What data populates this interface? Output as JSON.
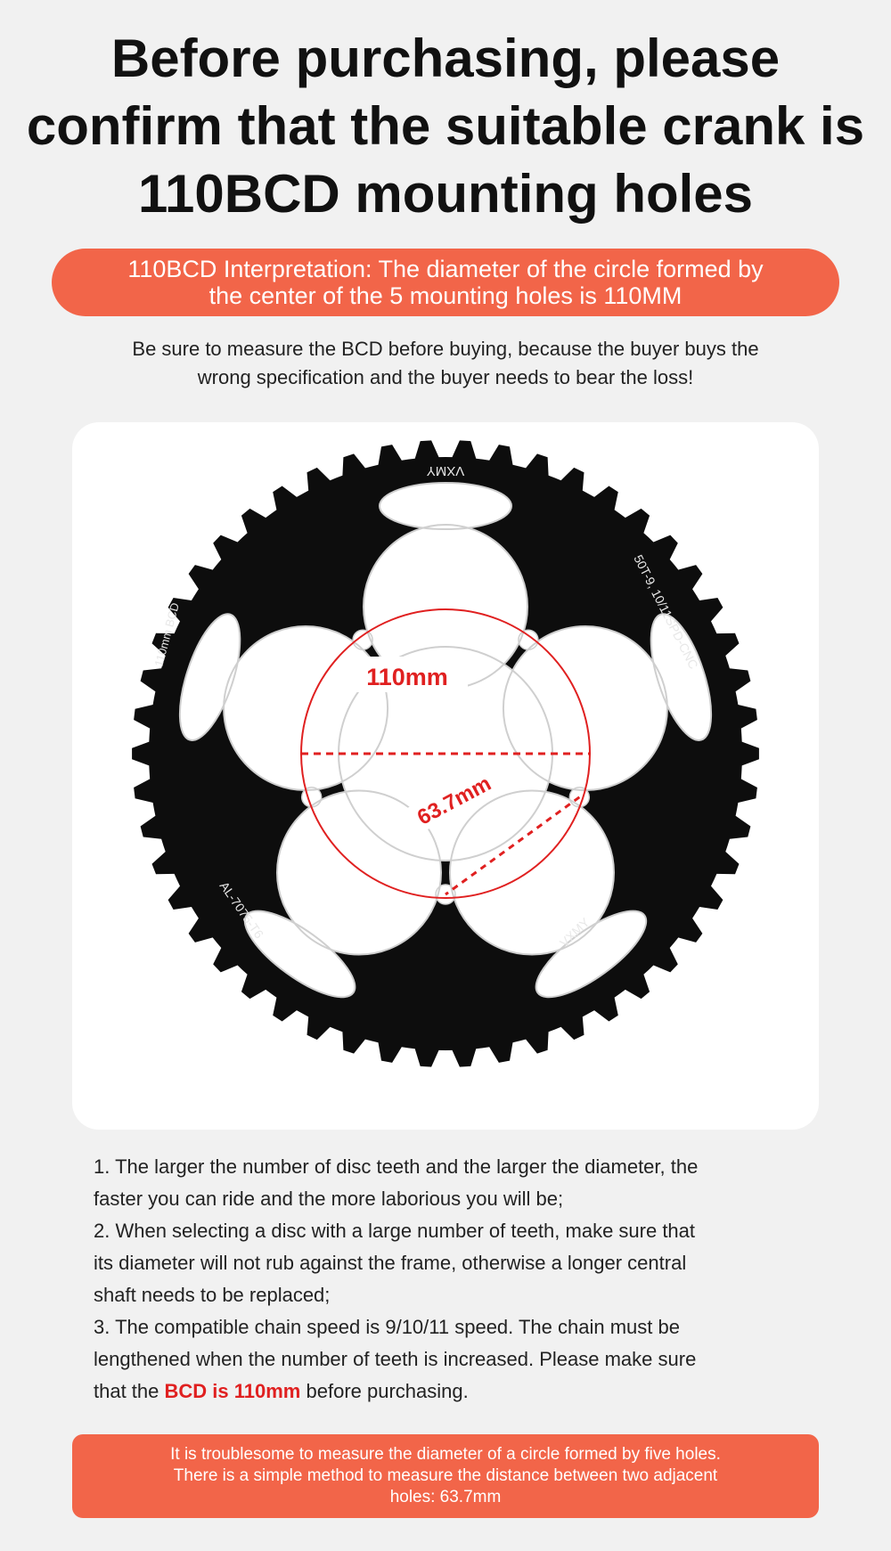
{
  "title": {
    "line1": "Before purchasing, please",
    "line2": "confirm that the suitable crank is",
    "line3": "110BCD mounting holes"
  },
  "interpretation": {
    "line1": "110BCD Interpretation: The diameter of the circle formed by",
    "line2": "the center of the 5 mounting holes is 110MM"
  },
  "warning": {
    "line1": "Be sure to measure the BCD before buying, because the buyer buys the",
    "line2": "wrong specification and the buyer needs to bear the loss!"
  },
  "diagram": {
    "diameter_label": "110mm",
    "hole_distance_label": "63.7mm",
    "engraving_brand": "VXMY",
    "engraving_spec": "50T-9, 10/11SPD-CNC",
    "engraving_bcd": "110mm BCD",
    "engraving_material": "AL-7075-T6",
    "colors": {
      "chainring": "#0d0d0d",
      "measure": "#e02020",
      "rim": "#cfcfcf"
    }
  },
  "notes": {
    "item1_line1": "1. The larger the number of disc teeth and the larger the diameter, the",
    "item1_line2": "faster you can ride and the more laborious you will be;",
    "item2_line1": "2. When selecting a disc with a large number of teeth, make sure that",
    "item2_line2": "its diameter will not rub against the frame, otherwise a longer central",
    "item2_line3": "shaft needs to be replaced;",
    "item3_line1": "3. The compatible chain speed is 9/10/11 speed. The chain must be",
    "item3_line2": "lengthened when the number of teeth is increased. Please make sure",
    "item3_prefix": "that the",
    "item3_highlight": "BCD is 110mm",
    "item3_suffix": "before purchasing."
  },
  "tip": {
    "line1": "It is troublesome to measure the diameter of a circle formed by five holes.",
    "line2": "There is a simple method to measure the distance between two adjacent",
    "line3": "holes: 63.7mm"
  },
  "colors": {
    "accent": "#f26549",
    "highlight": "#e02020",
    "background": "#f1f1f1"
  }
}
